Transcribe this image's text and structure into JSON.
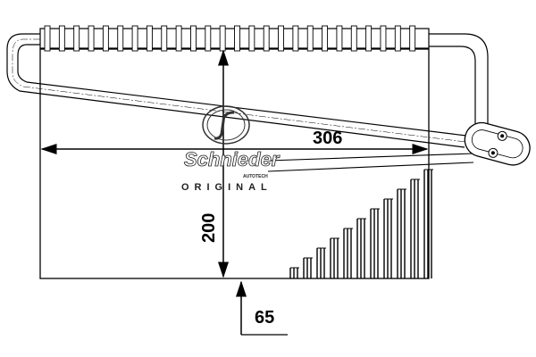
{
  "title": "Evaporator technical drawing",
  "dimensions": {
    "width_label": "306",
    "height_label": "200",
    "depth_label": "65"
  },
  "logo": {
    "brand": "Schnieder",
    "sub": "AUTOTECH",
    "tag": "ORIGINAL"
  },
  "header_fin_count": 26,
  "core_fin_steps": 11
}
